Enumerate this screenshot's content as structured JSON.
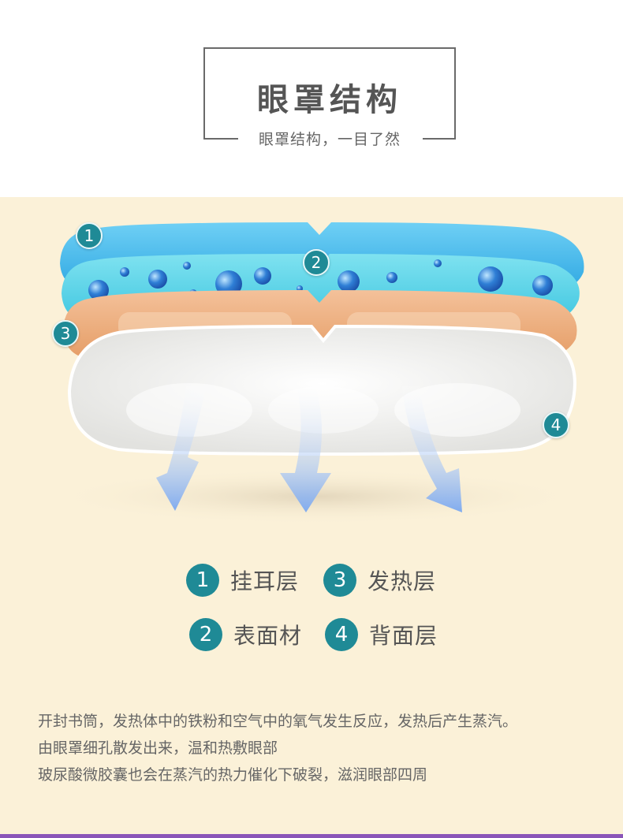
{
  "header": {
    "title": "眼罩结构",
    "subtitle": "眼罩结构，一目了然"
  },
  "diagram": {
    "badges": [
      "1",
      "2",
      "3",
      "4"
    ],
    "colors": {
      "layer1": "#3fb8ea",
      "layer2": "#58d4e8",
      "layer3": "#e9a774",
      "layer4": "#f2f2f0",
      "badge": "#1f8a96",
      "arrow": "#8fb6f2",
      "background": "#fbf1d8"
    }
  },
  "legend": [
    {
      "num": "1",
      "label": "挂耳层"
    },
    {
      "num": "3",
      "label": "发热层"
    },
    {
      "num": "2",
      "label": "表面材"
    },
    {
      "num": "4",
      "label": "背面层"
    }
  ],
  "description": [
    "开封书筒，发热体中的铁粉和空气中的氧气发生反应，发热后产生蒸汽。",
    "由眼罩细孔散发出来，温和热敷眼部",
    "玻尿酸微胶囊也会在蒸汽的热力催化下破裂，滋润眼部四周"
  ]
}
